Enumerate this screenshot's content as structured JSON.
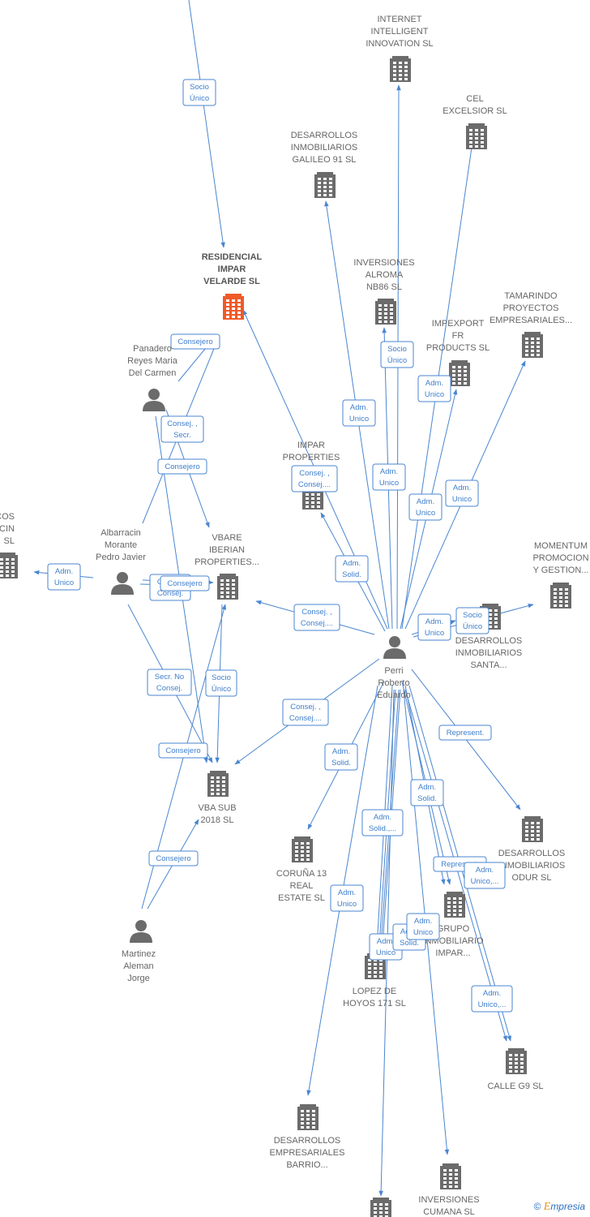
{
  "colors": {
    "edge": "#4a86d0",
    "building": "#6b6b6b",
    "highlight": "#f05a28",
    "person": "#6b6b6b"
  },
  "watermark": {
    "copyright": "©",
    "brand_first": "E",
    "brand_rest": "mpresia"
  },
  "nodes": [
    {
      "id": "residencial",
      "type": "company",
      "highlight": true,
      "lines": [
        "RESIDENCIAL",
        "IMPAR",
        "VELARDE  SL"
      ]
    },
    {
      "id": "internet",
      "type": "company",
      "lines": [
        "INTERNET",
        "INTELLIGENT",
        "INNOVATION SL"
      ]
    },
    {
      "id": "cel",
      "type": "company",
      "lines": [
        "CEL",
        "EXCELSIOR SL"
      ]
    },
    {
      "id": "galileo",
      "type": "company",
      "lines": [
        "DESARROLLOS",
        "INMOBILIARIOS",
        "GALILEO 91  SL"
      ]
    },
    {
      "id": "alroma",
      "type": "company",
      "lines": [
        "INVERSIONES",
        "ALROMA",
        "NB86  SL"
      ]
    },
    {
      "id": "tamarindo",
      "type": "company",
      "lines": [
        "TAMARINDO",
        "PROYECTOS",
        "EMPRESARIALES..."
      ]
    },
    {
      "id": "impexport",
      "type": "company",
      "lines": [
        "IMPEXPORT",
        "FR",
        "PRODUCTS SL"
      ]
    },
    {
      "id": "impar_properties",
      "type": "company",
      "lines": [
        "IMPAR",
        "PROPERTIES"
      ]
    },
    {
      "id": "maticos",
      "type": "company",
      "lines": [
        "MATICOS",
        "RRACIN",
        "SL"
      ]
    },
    {
      "id": "vbare",
      "type": "company",
      "lines": [
        "VBARE",
        "IBERIAN",
        "PROPERTIES..."
      ]
    },
    {
      "id": "momentum",
      "type": "company",
      "lines": [
        "MOMENTUM",
        "PROMOCION",
        "Y GESTION..."
      ]
    },
    {
      "id": "santa",
      "type": "company",
      "lines": [
        "DESARROLLOS",
        "INMOBILIARIOS",
        "SANTA..."
      ]
    },
    {
      "id": "vbasub",
      "type": "company",
      "lines": [
        "VBA SUB",
        "2018  SL"
      ]
    },
    {
      "id": "coruna",
      "type": "company",
      "lines": [
        "CORUÑA 13",
        "REAL",
        "ESTATE  SL"
      ]
    },
    {
      "id": "odur",
      "type": "company",
      "lines": [
        "DESARROLLOS",
        "INMOBILIARIOS",
        "ODUR  SL"
      ]
    },
    {
      "id": "grupo",
      "type": "company",
      "lines": [
        "GRUPO",
        "INMOBILIARIO",
        "IMPAR..."
      ]
    },
    {
      "id": "lopez",
      "type": "company",
      "lines": [
        "LOPEZ DE",
        "HOYOS 171  SL"
      ]
    },
    {
      "id": "calle",
      "type": "company",
      "lines": [
        "CALLE G9  SL"
      ]
    },
    {
      "id": "barrio",
      "type": "company",
      "lines": [
        "DESARROLLOS",
        "EMPRESARIALES",
        "BARRIO..."
      ]
    },
    {
      "id": "cumana",
      "type": "company",
      "lines": [
        "INVERSIONES",
        "CUMANA SL"
      ]
    },
    {
      "id": "bottom",
      "type": "company",
      "lines": []
    },
    {
      "id": "panadero",
      "type": "person",
      "lines": [
        "Panadero",
        "Reyes Maria",
        "Del Carmen"
      ]
    },
    {
      "id": "albarracin",
      "type": "person",
      "lines": [
        "Albarracin",
        "Morante",
        "Pedro Javier"
      ]
    },
    {
      "id": "perri",
      "type": "person",
      "lines": [
        "Perri",
        "Roberto",
        "Eduardo"
      ]
    },
    {
      "id": "martinez",
      "type": "person",
      "lines": [
        "Martinez",
        "Aleman",
        "Jorge"
      ]
    }
  ],
  "edges": [
    {
      "id": "top-residencial",
      "lines": [
        "Socio",
        "Único"
      ]
    },
    {
      "id": "panadero-residencial",
      "lines": [
        "Consejero"
      ]
    },
    {
      "id": "panadero-vbare",
      "lines": [
        "Consej. ,",
        "Secr."
      ]
    },
    {
      "id": "albarracin-residencial",
      "lines": [
        "Consejero"
      ]
    },
    {
      "id": "albarracin-maticos",
      "lines": [
        "Adm.",
        "Unico"
      ]
    },
    {
      "id": "albarracin-vbare",
      "lines": [
        "Consej.",
        "Consej."
      ]
    },
    {
      "id": "albarracin-vbare-2",
      "lines": [
        "Consejero"
      ]
    },
    {
      "id": "albarracin-vbasub",
      "lines": [
        "Secr.  No",
        "Consej."
      ]
    },
    {
      "id": "vbare-vbasub",
      "lines": [
        "Socio",
        "Único"
      ]
    },
    {
      "id": "panadero-vbasub",
      "lines": [
        "Consejero"
      ]
    },
    {
      "id": "martinez-vbasub",
      "lines": [
        "Consejero"
      ]
    },
    {
      "id": "perri-galileo",
      "lines": [
        "Adm.",
        "Unico"
      ]
    },
    {
      "id": "perri-alroma",
      "lines": [
        "Socio",
        "Único"
      ]
    },
    {
      "id": "perri-internet",
      "lines": [
        "Adm.",
        "Unico"
      ]
    },
    {
      "id": "perri-impexport",
      "lines": [
        "Adm.",
        "Unico"
      ]
    },
    {
      "id": "perri-cel",
      "lines": [
        "Adm.",
        "Unico"
      ]
    },
    {
      "id": "perri-tamarindo",
      "lines": [
        "Adm.",
        "Unico"
      ]
    },
    {
      "id": "perri-residencial",
      "lines": [
        "Consej. ,",
        "Consej...."
      ]
    },
    {
      "id": "perri-impar",
      "lines": [
        "Adm.",
        "Solid."
      ]
    },
    {
      "id": "perri-vbare",
      "lines": [
        "Consej. ,",
        "Consej...."
      ]
    },
    {
      "id": "perri-santa",
      "lines": [
        "Adm.",
        "Unico"
      ]
    },
    {
      "id": "perri-momentum",
      "lines": [
        "Socio",
        "Único"
      ]
    },
    {
      "id": "perri-vbasub",
      "lines": [
        "Consej. ,",
        "Consej...."
      ]
    },
    {
      "id": "perri-coruna",
      "lines": [
        "Adm.",
        "Solid."
      ]
    },
    {
      "id": "perri-odur",
      "lines": [
        "Represent."
      ]
    },
    {
      "id": "perri-grupo",
      "lines": [
        "Adm.",
        "Solid."
      ]
    },
    {
      "id": "perri-lopez",
      "lines": [
        "Adm.",
        "Solid.,..."
      ]
    },
    {
      "id": "perri-grupo-2",
      "lines": [
        "Represent."
      ]
    },
    {
      "id": "perri-grupo-3",
      "lines": [
        "Adm.",
        "Unico,..."
      ]
    },
    {
      "id": "perri-barrio",
      "lines": [
        "Adm.",
        "Unico"
      ]
    },
    {
      "id": "perri-lopez-2",
      "lines": [
        "Adm.",
        "Unico"
      ]
    },
    {
      "id": "perri-lopez-3",
      "lines": [
        "Adm.",
        "Solid."
      ]
    },
    {
      "id": "perri-lopez-4",
      "lines": [
        "Adm.",
        "Unico"
      ]
    },
    {
      "id": "perri-calle",
      "lines": [
        "Adm.",
        "Unico,..."
      ]
    }
  ]
}
